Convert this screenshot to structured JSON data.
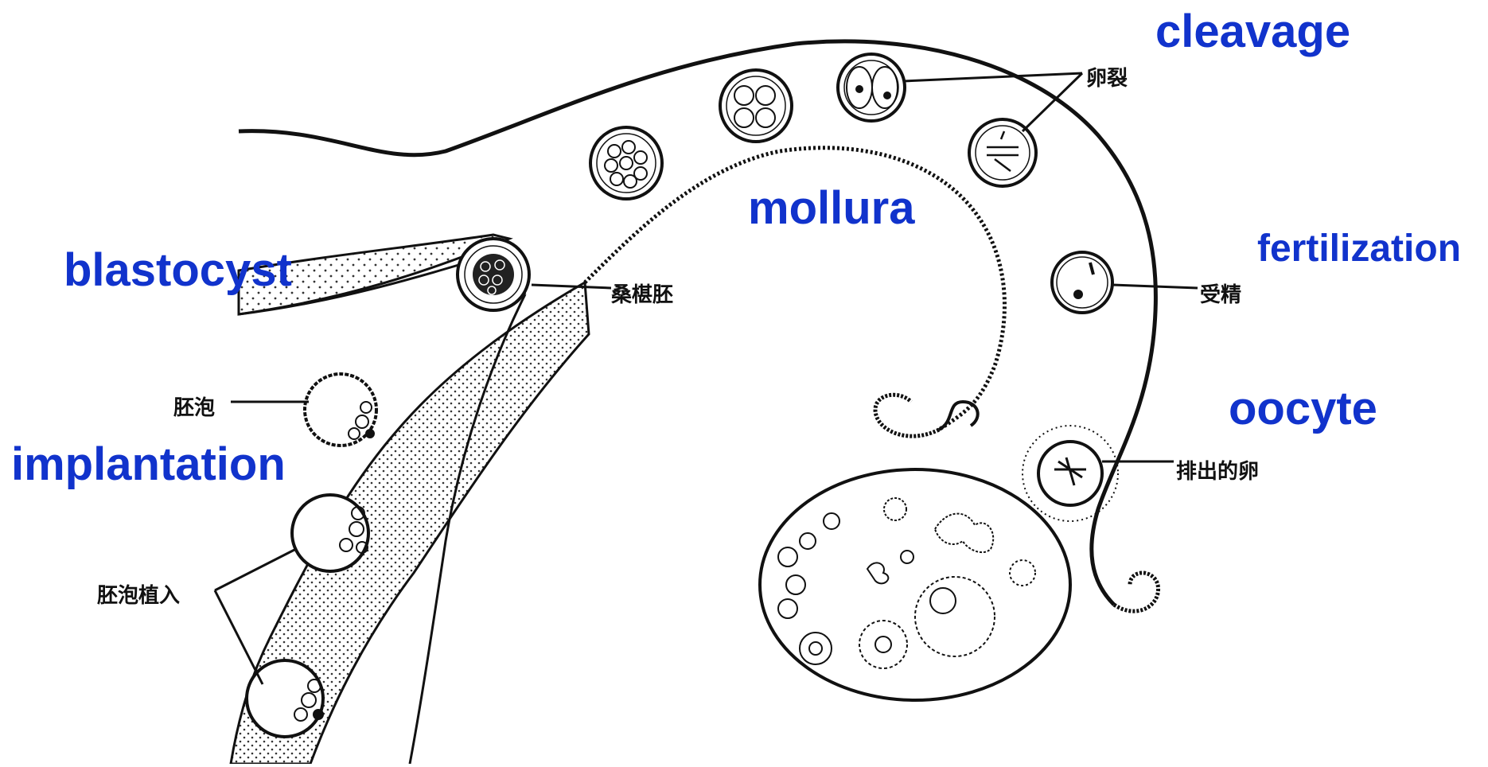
{
  "colors": {
    "label_blue": "#1133cc",
    "line": "#111111",
    "tissue_fill": "#ffffff",
    "stipple": "#333333"
  },
  "labels": {
    "cleavage": "cleavage",
    "mollura": "mollura",
    "fertilization": "fertilization",
    "blastocyst": "blastocyst",
    "oocyte": "oocyte",
    "implantation": "implantation"
  },
  "zh_labels": {
    "cleavage": "卵裂",
    "morula": "桑椹胚",
    "fertilization": "受精",
    "blastocyst": "胚泡",
    "ovulated_egg": "排出的卵",
    "implantation": "胚泡植入"
  }
}
